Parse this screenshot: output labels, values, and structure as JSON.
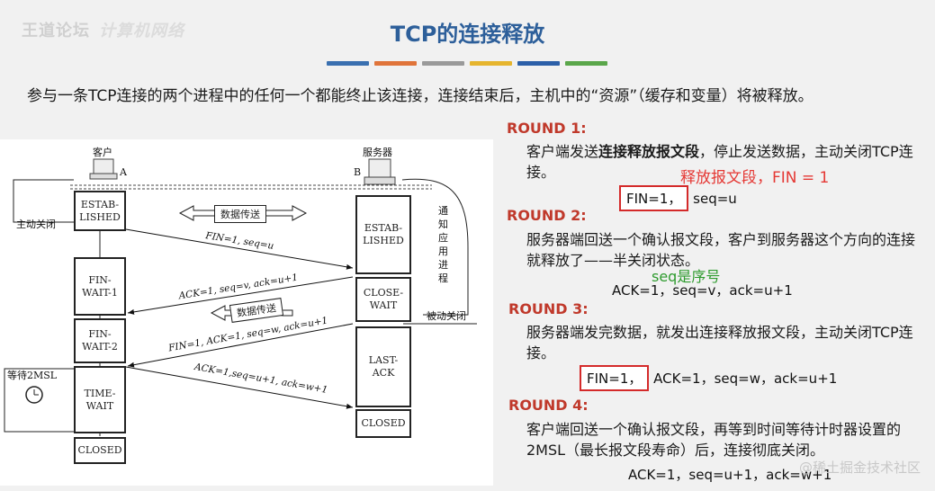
{
  "watermark": {
    "left": "王道论坛",
    "ghost": "计算机网络",
    "bottom_right": "@稀土掘金技术社区"
  },
  "title": "TCP的连接释放",
  "color_bars": [
    "#3a70b0",
    "#e0743a",
    "#9a9a9a",
    "#e6b52e",
    "#2c5fa8",
    "#5aa64a"
  ],
  "intro": "参与一条TCP连接的两个进程中的任何一个都能终止该连接，连接结束后，主机中的“资源”（缓存和变量）将被释放。",
  "diagram": {
    "client_label": "客户",
    "client_letter": "A",
    "server_label": "服务器",
    "server_letter": "B",
    "active_close": "主动关闭",
    "passive_close": "被动关闭",
    "notify": "通知\n应用\n进程",
    "wait_2msl": "等待2MSL",
    "transfer1": "数据传送",
    "transfer2": "数据传送",
    "client_states": [
      "ESTAB-\nLISHED",
      "FIN-\nWAIT-1",
      "FIN-\nWAIT-2",
      "TIME-\nWAIT",
      "CLOSED"
    ],
    "server_states": [
      "ESTAB-\nLISHED",
      "CLOSE-\nWAIT",
      "LAST-\nACK",
      "CLOSED"
    ],
    "msg1": "FIN=1, seq=u",
    "msg2": "ACK=1, seq=v, ack=u+1",
    "msg3": "FIN=1, ACK=1, seq=w, ack=u+1",
    "msg4": "ACK=1,seq=u+1, ack=w+1"
  },
  "rounds": [
    {
      "title": "ROUND 1:",
      "body_pre": "客户端发送",
      "body_bold": "连接释放报文段",
      "body_post": "，停止发送数据，主动关闭TCP连接。",
      "boxed": "FIN=1，",
      "rest": "seq=u",
      "annotation": "释放报文段，FIN = 1"
    },
    {
      "title": "ROUND 2:",
      "body": "服务器端回送一个确认报文段，客户到服务器这个方向的连接就释放了——半关闭状态。",
      "seq": "ACK=1，seq=v，ack=u+1",
      "annotation": "seq是序号"
    },
    {
      "title": "ROUND 3:",
      "body": "服务器端发完数据，就发出连接释放报文段，主动关闭TCP连接。",
      "boxed": "FIN=1，",
      "rest": "ACK=1，seq=w，ack=u+1"
    },
    {
      "title": "ROUND 4:",
      "body": "客户端回送一个确认报文段，再等到时间等待计时器设置的2MSL（最长报文段寿命）后，连接彻底关闭。",
      "seq": "ACK=1，seq=u+1，ack=w+1"
    }
  ]
}
